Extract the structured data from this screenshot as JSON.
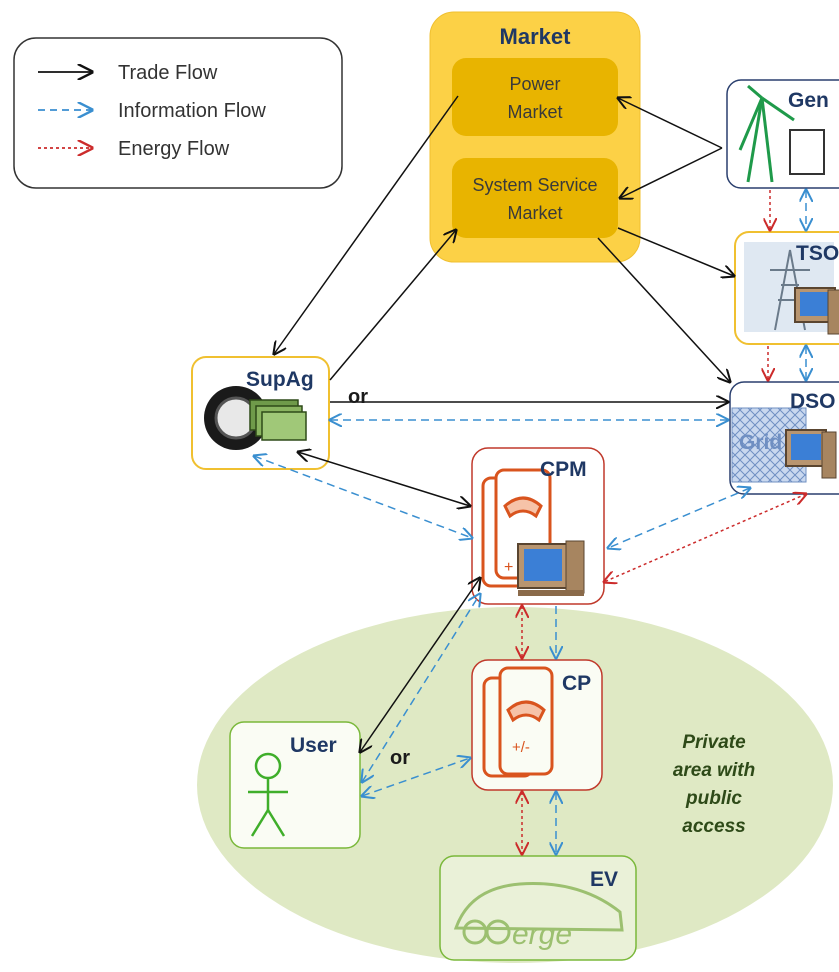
{
  "legend": {
    "items": [
      {
        "label": "Trade Flow",
        "color": "#111111",
        "style": "solid"
      },
      {
        "label": "Information Flow",
        "color": "#3a8fd0",
        "style": "dashed"
      },
      {
        "label": "Energy Flow",
        "color": "#cc2b2b",
        "style": "dotted"
      }
    ]
  },
  "market": {
    "title": "Market",
    "power_line1": "Power",
    "power_line2": "Market",
    "system_line1": "System Service",
    "system_line2": "Market"
  },
  "nodes": {
    "gen": "Gen",
    "tso": "TSO",
    "dso": "DSO",
    "dso_grid": "Grid",
    "supag": "SupAg",
    "cpm": "CPM",
    "cp": "CP",
    "cp_sign": "+/-",
    "user": "User",
    "ev": "EV",
    "ev_logo": "erge"
  },
  "or_labels": {
    "supag_or": "or",
    "user_or": "or"
  },
  "private_area": {
    "line1": "Private",
    "line2": "area with",
    "line3": "public",
    "line4": "access"
  },
  "colors": {
    "trade": "#111111",
    "info": "#3a8fd0",
    "energy": "#cc2b2b",
    "market_bg": "#fcd146",
    "market_box": "#e8b400",
    "private_area": "#dfe9c4"
  }
}
